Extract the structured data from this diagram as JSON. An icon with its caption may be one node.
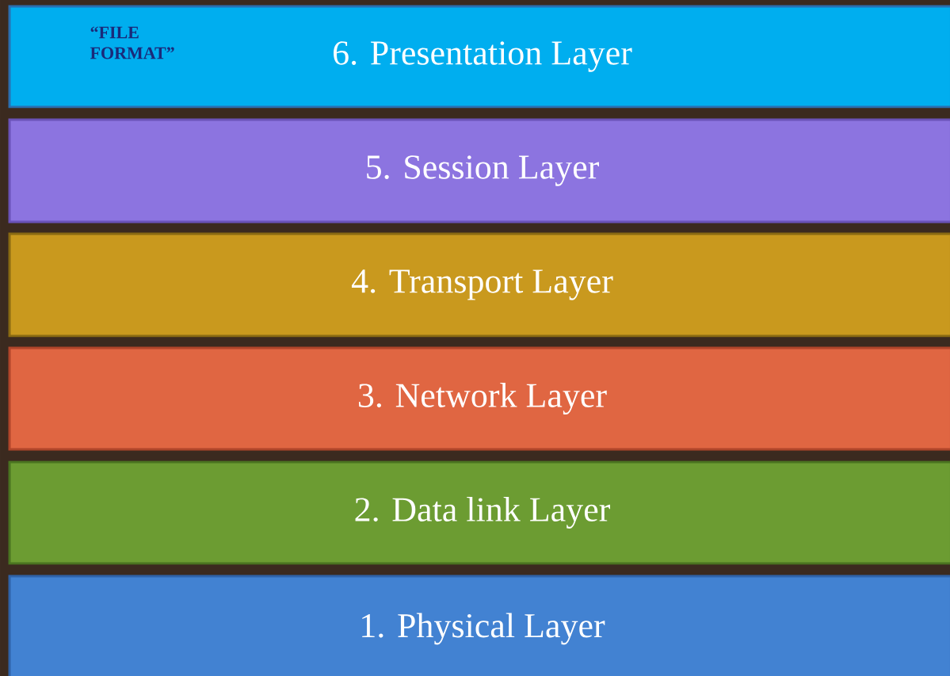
{
  "diagram": {
    "nodes": [
      {
        "text": [
          "“FILE FORMAT”",
          "6. Presentation Layer"
        ]
      },
      {
        "text": [
          "5. Session Layer"
        ]
      },
      {
        "text": [
          "4. Transport Layer"
        ]
      },
      {
        "text": [
          "3. Network Layer"
        ]
      },
      {
        "text": [
          "2. Data link Layer"
        ]
      },
      {
        "text": [
          "1. Physical Layer"
        ]
      }
    ]
  }
}
